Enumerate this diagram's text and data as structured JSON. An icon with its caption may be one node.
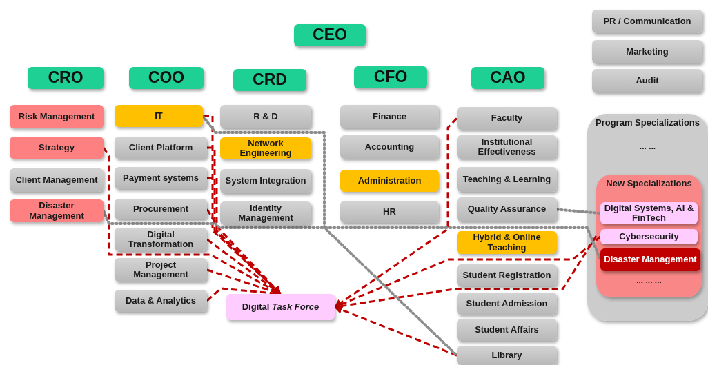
{
  "diagram": {
    "nodes": [
      {
        "text": [
          "CEO"
        ]
      },
      {
        "text": [
          "CRO"
        ]
      },
      {
        "text": [
          "COO"
        ]
      },
      {
        "text": [
          "CRD"
        ]
      },
      {
        "text": [
          "CFO"
        ]
      },
      {
        "text": [
          "CAO"
        ]
      },
      {
        "text": [
          "PR / Communication"
        ]
      },
      {
        "text": [
          "Marketing"
        ]
      },
      {
        "text": [
          "Audit"
        ]
      },
      {
        "text": [
          "Risk Management"
        ]
      },
      {
        "text": [
          "Strategy"
        ]
      },
      {
        "text": [
          "Client Management"
        ]
      },
      {
        "text": [
          "Disaster Management"
        ]
      },
      {
        "text": [
          "IT"
        ]
      },
      {
        "text": [
          "Client Platform"
        ]
      },
      {
        "text": [
          "Payment systems"
        ]
      },
      {
        "text": [
          "Procurement"
        ]
      },
      {
        "text": [
          "Digital Transformation"
        ]
      },
      {
        "text": [
          "Project Management"
        ]
      },
      {
        "text": [
          "Data & Analytics"
        ]
      },
      {
        "text": [
          "R & D"
        ]
      },
      {
        "text": [
          "Network Engineering"
        ]
      },
      {
        "text": [
          "System Integration"
        ]
      },
      {
        "text": [
          "Identity Management"
        ]
      },
      {
        "text": [
          "Finance"
        ]
      },
      {
        "text": [
          "Accounting"
        ]
      },
      {
        "text": [
          "Administration"
        ]
      },
      {
        "text": [
          "HR"
        ]
      },
      {
        "text": [
          "Faculty"
        ]
      },
      {
        "text": [
          "Institutional Effectiveness"
        ]
      },
      {
        "text": [
          "Teaching & Learning"
        ]
      },
      {
        "text": [
          "Quality Assurance"
        ]
      },
      {
        "text": [
          "Hybrid & Online Teaching"
        ]
      },
      {
        "text": [
          "Student Registration"
        ]
      },
      {
        "text": [
          "Student Admission"
        ]
      },
      {
        "text": [
          "Student Affairs"
        ]
      },
      {
        "text": [
          "Library"
        ]
      },
      {
        "text": [
          "Program Specializations",
          "... ..."
        ]
      },
      {
        "text": [
          "New Specializations",
          "... ... ..."
        ],
        "in": 37
      },
      {
        "text": [
          "Digital Systems, AI & FinTech"
        ],
        "in": 38
      },
      {
        "text": [
          "Cybersecurity"
        ],
        "in": 38
      },
      {
        "text": [
          "Disaster Management"
        ],
        "in": 38
      },
      {
        "text": [
          "Digital *Task Force*"
        ]
      }
    ],
    "edges": [
      {
        "from": 10,
        "to": 42,
        "arrow": "to",
        "style": "dashed"
      },
      {
        "from": 13,
        "to": 42,
        "arrow": "to",
        "style": "dashed"
      },
      {
        "from": 14,
        "to": 42,
        "arrow": "to",
        "style": "dashed"
      },
      {
        "from": 15,
        "to": 42,
        "arrow": "to",
        "style": "dashed"
      },
      {
        "from": 16,
        "to": 42,
        "arrow": "to",
        "style": "dashed"
      },
      {
        "from": 17,
        "to": 42,
        "arrow": "to",
        "style": "dashed"
      },
      {
        "from": 18,
        "to": 42,
        "arrow": "to",
        "style": "dashed"
      },
      {
        "from": 19,
        "to": 42,
        "arrow": "to",
        "style": "dashed"
      },
      {
        "from": 28,
        "to": 42,
        "arrow": "to",
        "style": "dashed"
      },
      {
        "from": 40,
        "to": 42,
        "arrow": "to",
        "style": "dashed"
      },
      {
        "from": 38,
        "to": 42,
        "arrow": "to",
        "style": "dashed"
      },
      {
        "from": 36,
        "to": 42,
        "arrow": "to",
        "style": "dashed"
      },
      {
        "from": 13,
        "to": 36,
        "arrow": "none",
        "style": "dashed",
        "color": "#8c8c8c"
      },
      {
        "from": 12,
        "to": 41,
        "arrow": "none",
        "style": "dashed",
        "color": "#8c8c8c"
      },
      {
        "from": 31,
        "to": 39,
        "arrow": "none",
        "style": "dashed",
        "color": "#8c8c8c"
      }
    ]
  }
}
